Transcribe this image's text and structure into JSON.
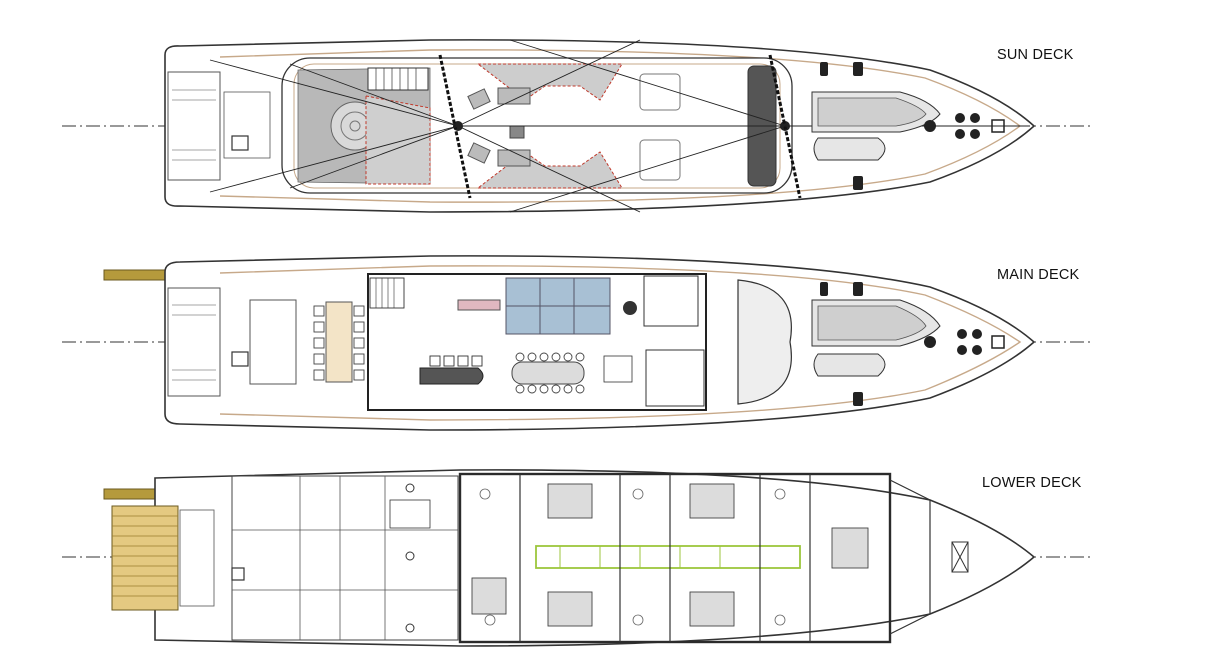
{
  "decks": [
    {
      "id": "sun",
      "label": "SUN DECK"
    },
    {
      "id": "main",
      "label": "MAIN DECK"
    },
    {
      "id": "lower",
      "label": "LOWER DECK"
    }
  ],
  "colors": {
    "hull_outline": "#333333",
    "hull_accent": "#c7a98a",
    "sunpad_grey": "#b3b3b3",
    "red_accent": "#c0392b",
    "glass_blue": "#9fb9cf",
    "teak": "#c8a24a",
    "corridor_green": "#9cc63c",
    "wall_dark": "#2b2b2b"
  }
}
